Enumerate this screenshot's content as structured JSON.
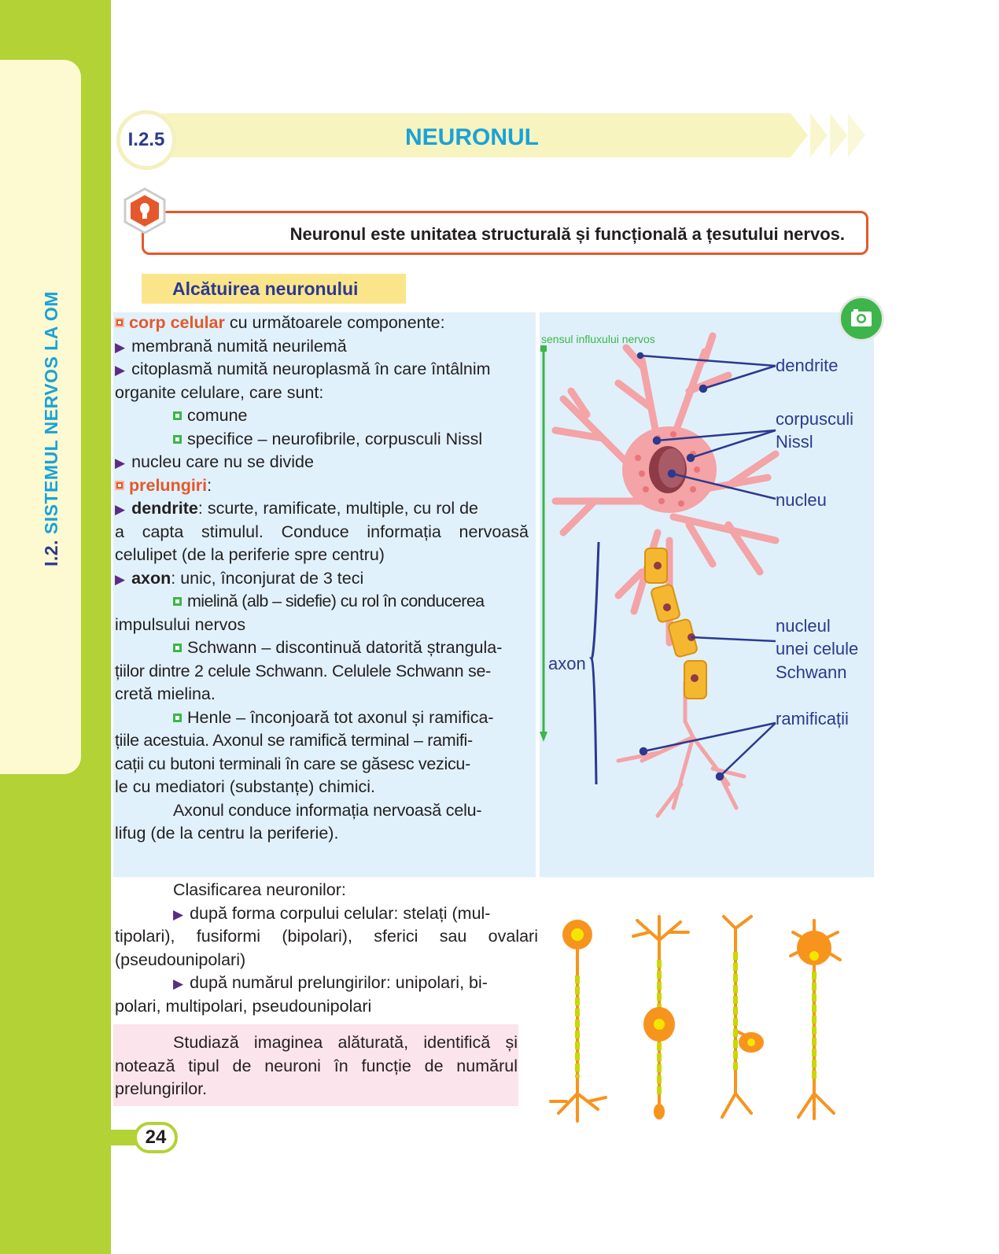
{
  "sidebar": {
    "chapter_num": "I.2.",
    "chapter_title": "SISTEMUL NERVOS LA OM"
  },
  "header": {
    "number": "I.2.5",
    "title": "NEURONUL"
  },
  "definition": "Neuronul este unitatea structurală și funcțională a țesutului nervos.",
  "section_title": "Alcătuirea neuronului",
  "body": {
    "l1a": "corp celular",
    "l1b": " cu următoarele componente:",
    "l2": "membrană numită neurilemă",
    "l3": "citoplasmă numită neuroplasmă în care întâlnim",
    "l4": "organite celulare, care sunt:",
    "l5": "comune",
    "l6": "specifice – neurofibrile, corpusculi Nissl",
    "l7": "nucleu care nu se divide",
    "l8a": "prelungiri",
    "l8b": ":",
    "l9a": "dendrite",
    "l9b": ": scurte, ramificate, multiple, cu rol de",
    "l10": "a capta stimulul. Conduce informația nervoasă",
    "l11": "celulipet (de la periferie spre centru)",
    "l12a": "axon",
    "l12b": ": unic, înconjurat de 3 teci",
    "l13": "mielină (alb – sidefie) cu rol în conducerea",
    "l14": "impulsului nervos",
    "l15": "Schwann – discontinuă datorită ștrangula-",
    "l16": "țiilor dintre 2 celule Schwann. Celulele Schwann se-",
    "l17": "cretă mielina.",
    "l18": "Henle – înconjoară tot axonul și ramifica-",
    "l19": "țiile acestuia. Axonul se ramifică terminal – ramifi-",
    "l20": "cații cu butoni terminali în care se găsesc vezicu-",
    "l21": "le cu mediatori (substanțe) chimici.",
    "l22": "Axonul conduce informația nervoasă celu-",
    "l23": "lifug (de la centru la periferie)."
  },
  "figure": {
    "arrow_label": "sensul influxului nervos",
    "dendrite": "dendrite",
    "nissl1": "corpusculi",
    "nissl2": "Nissl",
    "nucleu": "nucleu",
    "schwann1": "nucleul",
    "schwann2": "unei celule",
    "schwann3": "Schwann",
    "ramificatii": "ramificații",
    "axon": "axon"
  },
  "classification": {
    "title": "Clasificarea neuronilor:",
    "c1a": "după forma corpului celular: stelați (mul-",
    "c1b": "tipolari), fusiformi (bipolari), sferici sau ovalari",
    "c1c": "(pseudounipolari)",
    "c2a": "după numărul prelungirilor: unipolari, bi-",
    "c2b": "polari, multipolari, pseudounipolari"
  },
  "task": {
    "l1": "Studiază imaginea alăturată, identifică și",
    "l2": "notează tipul de neuroni în funcție de numărul",
    "l3": "prelungirilor."
  },
  "page_number": "24"
}
